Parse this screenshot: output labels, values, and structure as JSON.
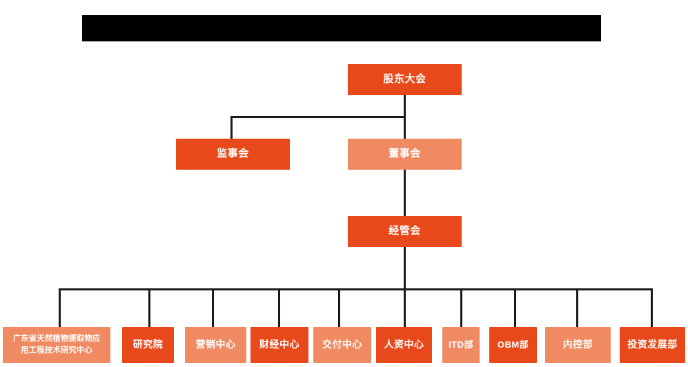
{
  "document": {
    "type": "organization-chart",
    "title_bar": {
      "name": "redacted-title-bar",
      "text": "",
      "color": "#000000"
    }
  },
  "palette": {
    "dark_orange": "#e8491b",
    "light_orange": "#ef8a62",
    "line": "#1a1a1a",
    "text": "#ffffff",
    "background": "#ffffff"
  },
  "levels": {
    "level1": {
      "nodes": [
        {
          "id": "shareholders",
          "label": "股东大会",
          "tone": "dark"
        }
      ]
    },
    "level2": {
      "nodes": [
        {
          "id": "supervisory",
          "label": "监事会",
          "tone": "dark"
        },
        {
          "id": "board",
          "label": "董事会",
          "tone": "light"
        }
      ]
    },
    "level3": {
      "nodes": [
        {
          "id": "management",
          "label": "经管会",
          "tone": "dark"
        }
      ]
    },
    "level4": {
      "nodes": [
        {
          "id": "engineering-center",
          "label": "广东省天然植物提取物应\n用工程技术研究中心",
          "tone": "light"
        },
        {
          "id": "research-institute",
          "label": "研究院",
          "tone": "dark"
        },
        {
          "id": "marketing-center",
          "label": "营销中心",
          "tone": "light"
        },
        {
          "id": "finance-center",
          "label": "财经中心",
          "tone": "dark"
        },
        {
          "id": "delivery-center",
          "label": "交付中心",
          "tone": "light"
        },
        {
          "id": "hr-center",
          "label": "人资中心",
          "tone": "dark"
        },
        {
          "id": "itd-dept",
          "label": "ITD部",
          "tone": "light"
        },
        {
          "id": "obm-dept",
          "label": "OBM部",
          "tone": "dark"
        },
        {
          "id": "internal-control-dept",
          "label": "内控部",
          "tone": "light"
        },
        {
          "id": "investment-development-dept",
          "label": "投资发展部",
          "tone": "dark"
        }
      ]
    }
  }
}
